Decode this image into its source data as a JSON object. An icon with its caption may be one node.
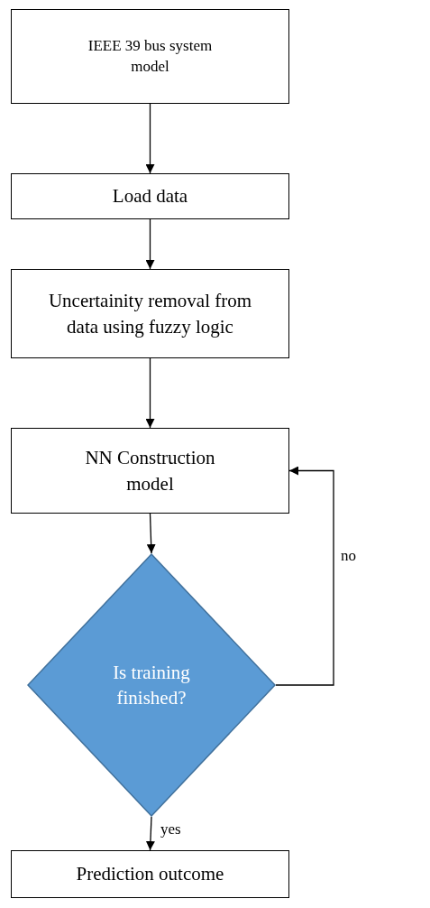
{
  "diagram": {
    "nodes": [
      {
        "text": [
          "IEEE 39 bus system model"
        ]
      },
      {
        "text": [
          "Load data"
        ]
      },
      {
        "text": [
          "Uncertainity removal from data using fuzzy logic"
        ]
      },
      {
        "text": [
          "NN Construction model"
        ]
      },
      {
        "text": [
          "Is training finished?"
        ]
      },
      {
        "text": [
          "Prediction outcome"
        ]
      }
    ],
    "edges": [
      {
        "from": 0,
        "to": 1,
        "arrow": "to"
      },
      {
        "from": 1,
        "to": 2,
        "arrow": "to"
      },
      {
        "from": 2,
        "to": 3,
        "arrow": "to"
      },
      {
        "from": 3,
        "to": 4,
        "arrow": "to"
      },
      {
        "from": 4,
        "to": 3,
        "arrow": "to",
        "label": "no"
      },
      {
        "from": 4,
        "to": 5,
        "arrow": "to",
        "label": "yes"
      }
    ]
  }
}
